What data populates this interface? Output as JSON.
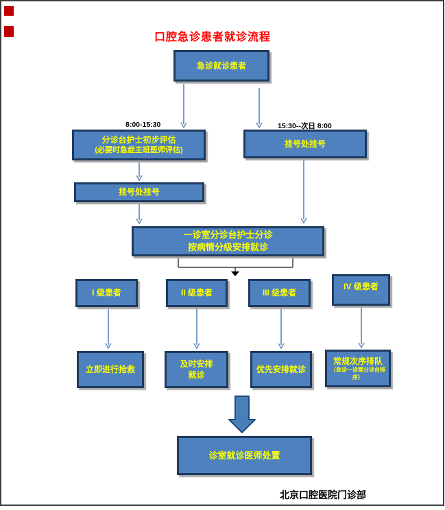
{
  "page": {
    "title": "口腔急诊患者就诊流程",
    "footer": "北京口腔医院门诊部"
  },
  "flow": {
    "time_labels": {
      "day": "8:00-15:30",
      "night": "15:30--次日 8:00"
    },
    "nodes": {
      "start": {
        "label": "急诊就诊患者"
      },
      "triage": {
        "line1": "分诊台护士初步评估",
        "line2": "(必要时急症主班医师评估)"
      },
      "register_day": {
        "label": "挂号处挂号"
      },
      "register_night": {
        "label": "挂号处挂号"
      },
      "room_triage": {
        "line1": "一诊室分诊台护士分诊",
        "line2": "按病情分级安排就诊"
      },
      "final": {
        "label": "诊室就诊医师处置"
      }
    },
    "levels": [
      {
        "label": "I 级患者"
      },
      {
        "label": "II 级患者"
      },
      {
        "label": "III 级患者"
      },
      {
        "label": "IV 级患者"
      }
    ],
    "actions": [
      {
        "label": "立即进行抢救"
      },
      {
        "line1": "及时安排",
        "line2": "就诊"
      },
      {
        "label": "优先安排就诊"
      },
      {
        "line1": "常规次序排队",
        "line2": "（急诊—诊室分诊台排序）"
      }
    ]
  },
  "colors": {
    "box_fill": "#4E81BD",
    "box_border": "#1E3A5F",
    "box_text": "#FFFF00",
    "title_red": "#FF0000",
    "arrow_blue": "#6D92C4",
    "connector_dark": "#3F3F3F",
    "block_arrow_fill": "#4A7EBB",
    "block_arrow_border": "#1F497D",
    "corner_mark_red": "#C00000",
    "frame_gray": "#3F3F3F"
  }
}
